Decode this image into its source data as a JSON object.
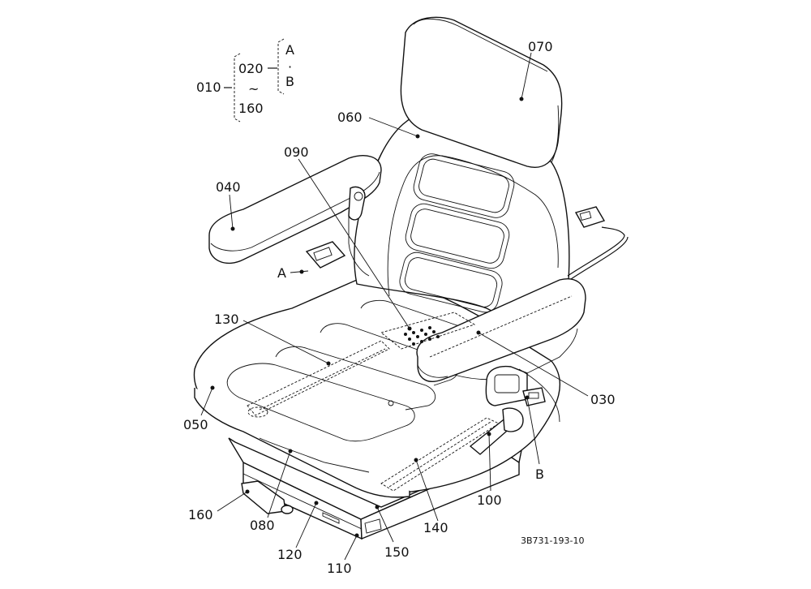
{
  "diagram": {
    "drawing_code": "3B731-193-10",
    "legend": {
      "main": "010",
      "range_start": "020",
      "range_sep": "~",
      "range_end": "160",
      "variant_a": "A",
      "variant_dot": "·",
      "variant_b": "B"
    },
    "callouts": {
      "c070": "070",
      "c060": "060",
      "c090": "090",
      "c040": "040",
      "cA": "A",
      "c130": "130",
      "c030": "030",
      "c050": "050",
      "cB": "B",
      "c100": "100",
      "c140": "140",
      "c160": "160",
      "c080": "080",
      "c120": "120",
      "c150": "150",
      "c110": "110"
    }
  }
}
